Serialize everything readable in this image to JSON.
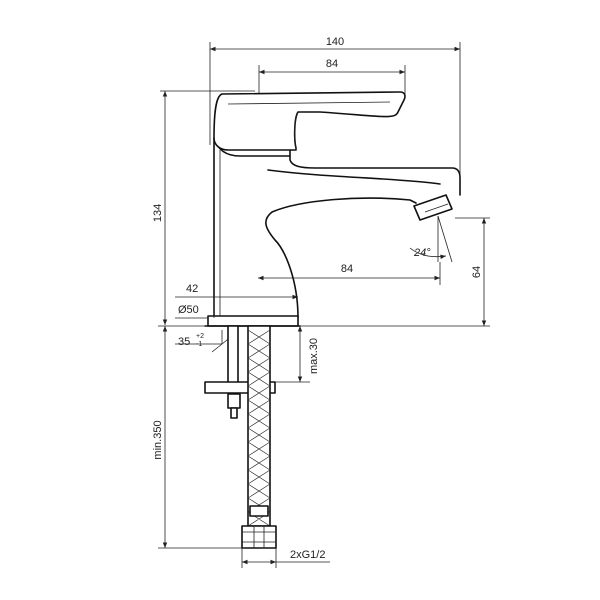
{
  "dimensions": {
    "overall_width": "140",
    "lever_length": "84",
    "spout_length": "84",
    "height": "134",
    "base_diameter_label": "42",
    "base_ring": "Ø50",
    "spout_height": "64",
    "spout_angle": "24°",
    "hole_diameter": "35",
    "hole_tol_upper": "+2",
    "hole_tol_lower": "-1",
    "max_thickness": "max.30",
    "min_hose": "min.350",
    "connection": "2xG1/2"
  }
}
